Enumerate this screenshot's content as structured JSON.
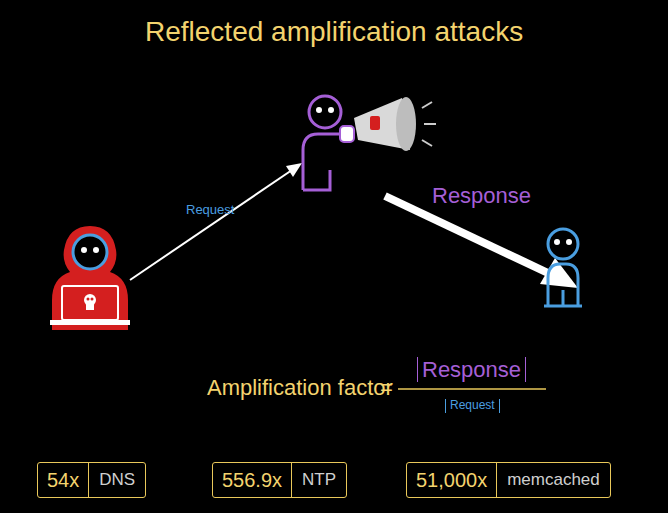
{
  "diagram": {
    "title": "Reflected amplification attacks",
    "nodes": [
      {
        "text": [
          "54x",
          "DNS"
        ]
      },
      {
        "text": [
          "556.9x",
          "NTP"
        ]
      },
      {
        "text": [
          "51,000x",
          "memcached"
        ]
      }
    ],
    "labels": [
      "Request",
      "Response",
      "Amplification factor",
      "=",
      "Response",
      "Request"
    ]
  }
}
